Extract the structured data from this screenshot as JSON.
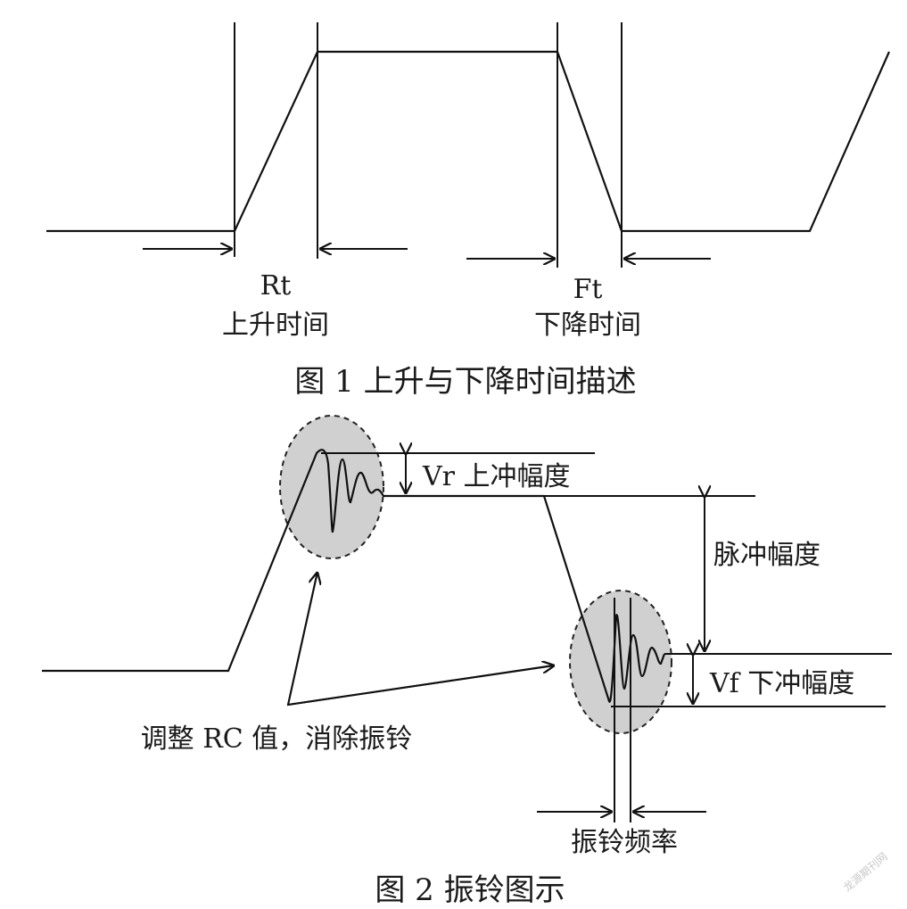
{
  "figure1": {
    "rt_symbol": "Rt",
    "rt_label": "上升时间",
    "ft_symbol": "Ft",
    "ft_label": "下降时间",
    "caption": "图 1   上升与下降时间描述"
  },
  "figure2": {
    "overshoot_label": "Vr 上冲幅度",
    "pulse_amplitude_label": "脉冲幅度",
    "undershoot_label": "Vf  下冲幅度",
    "rc_note": "调整 RC 值，消除振铃",
    "ringing_freq_label": "振铃频率",
    "caption": "图 2   振铃图示"
  },
  "watermark": "龙源期刊网",
  "colors": {
    "line": "#111111",
    "highlight_fill": "#d0d0d0"
  }
}
